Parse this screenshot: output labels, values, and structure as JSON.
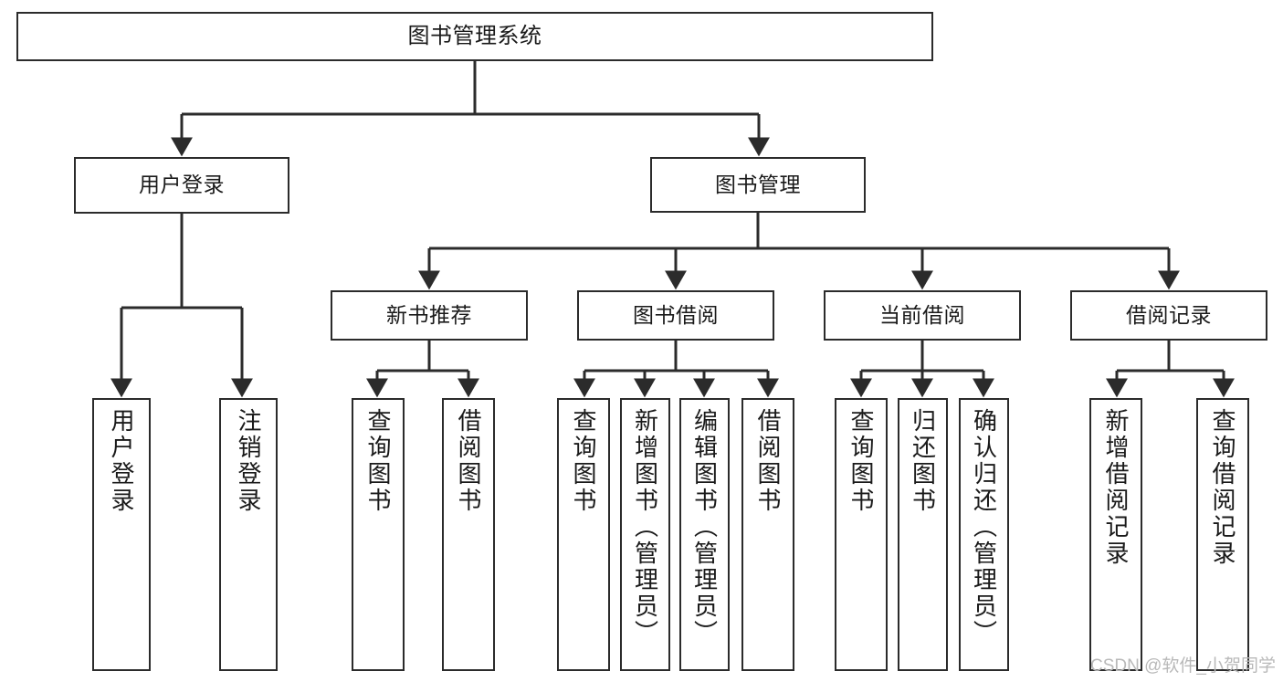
{
  "diagram": {
    "title": "图书管理系统",
    "type": "hierarchy-tree",
    "stroke_color": "#2b2b2b",
    "fill_color": "#ffffff",
    "text_color": "#1a1a1a"
  },
  "nodes": {
    "root": {
      "label": "图书管理系统"
    },
    "level2": [
      {
        "id": "user-login",
        "label": "用户登录"
      },
      {
        "id": "book-manage",
        "label": "图书管理"
      }
    ],
    "level3": [
      {
        "id": "new-book-recommend",
        "label": "新书推荐"
      },
      {
        "id": "book-borrow",
        "label": "图书借阅"
      },
      {
        "id": "current-borrow",
        "label": "当前借阅"
      },
      {
        "id": "borrow-record",
        "label": "借阅记录"
      }
    ],
    "level4": [
      {
        "id": "leaf-user-login",
        "label": "用户登录",
        "parent": "user-login"
      },
      {
        "id": "leaf-user-logout",
        "label": "注销登录",
        "parent": "user-login"
      },
      {
        "id": "leaf-query-book-1",
        "label": "查询图书",
        "parent": "new-book-recommend"
      },
      {
        "id": "leaf-borrow-book-1",
        "label": "借阅图书",
        "parent": "new-book-recommend"
      },
      {
        "id": "leaf-query-book-2",
        "label": "查询图书",
        "parent": "book-borrow"
      },
      {
        "id": "leaf-add-book",
        "label": "新增图书（管理员）",
        "parent": "book-borrow"
      },
      {
        "id": "leaf-edit-book",
        "label": "编辑图书（管理员）",
        "parent": "book-borrow"
      },
      {
        "id": "leaf-borrow-book-2",
        "label": "借阅图书",
        "parent": "book-borrow"
      },
      {
        "id": "leaf-query-book-3",
        "label": "查询图书",
        "parent": "current-borrow"
      },
      {
        "id": "leaf-return-book",
        "label": "归还图书",
        "parent": "current-borrow"
      },
      {
        "id": "leaf-confirm-return",
        "label": "确认归还（管理员）",
        "parent": "current-borrow"
      },
      {
        "id": "leaf-add-record",
        "label": "新增借阅记录",
        "parent": "borrow-record"
      },
      {
        "id": "leaf-query-record",
        "label": "查询借阅记录",
        "parent": "borrow-record"
      }
    ]
  },
  "watermark": {
    "text": "CSDN @软件_小贺同学"
  }
}
